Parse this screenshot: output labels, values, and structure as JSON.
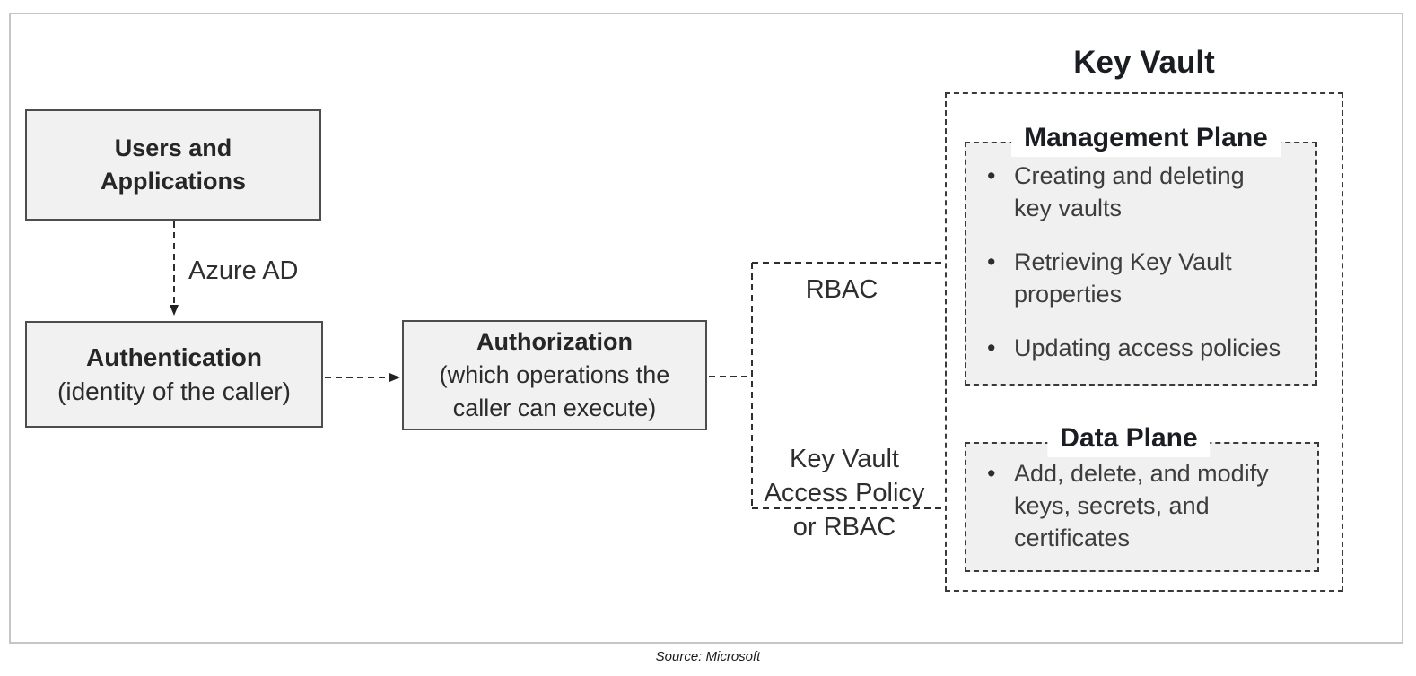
{
  "diagram": {
    "boxes": {
      "users_applications": {
        "label": "Users and\nApplications"
      },
      "authentication": {
        "title": "Authentication",
        "subtitle": "(identity of the caller)"
      },
      "authorization": {
        "title": "Authorization",
        "subtitle": "(which operations the\ncaller can execute)"
      }
    },
    "edge_labels": {
      "azure_ad": "Azure AD",
      "rbac": "RBAC",
      "access_policy": "Key Vault\nAccess Policy\nor RBAC"
    },
    "key_vault": {
      "title": "Key Vault",
      "management_plane": {
        "heading": "Management Plane",
        "bullets": [
          "Creating and deleting\nkey vaults",
          "Retrieving Key Vault\nproperties",
          "Updating access policies"
        ]
      },
      "data_plane": {
        "heading": "Data Plane",
        "bullets": [
          "Add, delete, and modify\nkeys, secrets, and\ncertificates"
        ]
      }
    },
    "footer": {
      "source": "Source: Microsoft"
    },
    "colors": {
      "box_fill": "#f1f1f1",
      "plane_fill": "#f0f0f0",
      "box_border": "#4d4d4d",
      "dashed_line": "#2e2e2e",
      "frame_border": "#c5c5c5",
      "heading_text": "#1a1d21",
      "body_text": "#3d3d3d"
    }
  }
}
